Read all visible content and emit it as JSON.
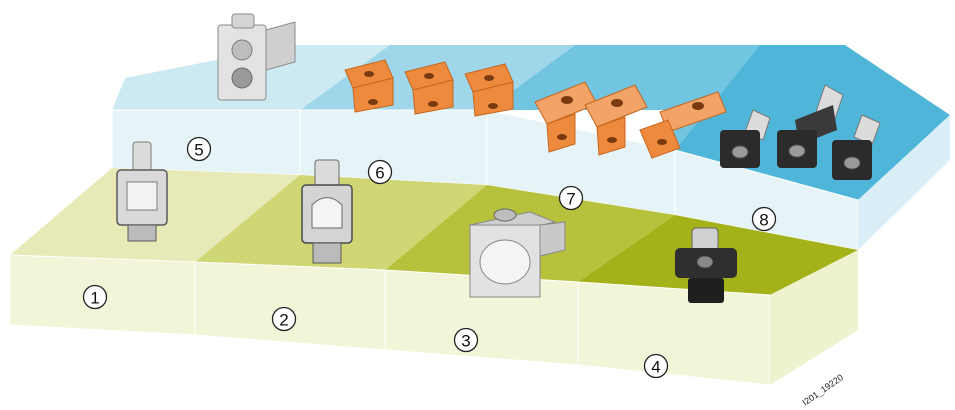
{
  "figure": {
    "watermark": "I201_19220"
  },
  "positions": [
    {
      "number": "1",
      "fill_top": "#e7eab6",
      "fill_front": "#f3f5d8"
    },
    {
      "number": "2",
      "fill_top": "#cfd774",
      "fill_front": "#f3f5d8"
    },
    {
      "number": "3",
      "fill_top": "#b6c23c",
      "fill_front": "#f3f5d8"
    },
    {
      "number": "4",
      "fill_top": "#a4b21a",
      "fill_front": "#f3f5d8"
    },
    {
      "number": "5",
      "fill_top": "#cdeaf3",
      "fill_front": "#e6f4f8"
    },
    {
      "number": "6",
      "fill_top": "#9fd6ea",
      "fill_front": "#e6f4f8"
    },
    {
      "number": "7",
      "fill_top": "#72c5e1",
      "fill_front": "#e6f4f8"
    },
    {
      "number": "8",
      "fill_top": "#4fb6d9",
      "fill_front": "#e6f4f8"
    }
  ],
  "colors": {
    "copper": "#ee8a3d",
    "copper_dark": "#c8661d",
    "metal_light": "#eaeaea",
    "metal_dark": "#9a9a9a",
    "black_part": "#2b2b2b"
  }
}
